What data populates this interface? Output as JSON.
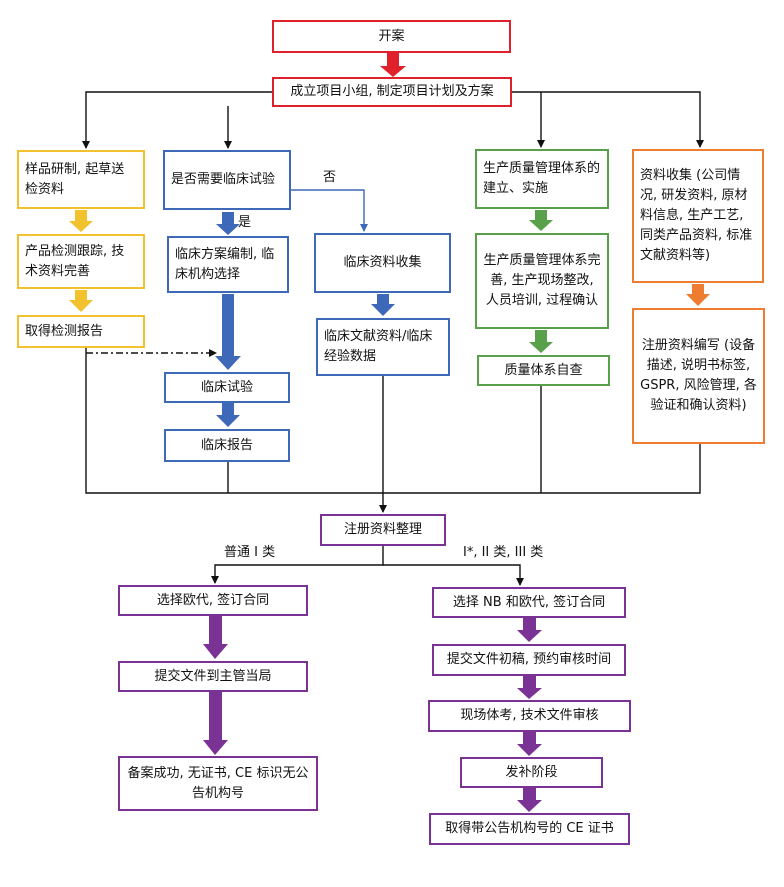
{
  "nodes": {
    "start": "开案",
    "team": "成立项目小组, 制定项目计划及方案",
    "sample": "样品研制, 起草送检资料",
    "test_track": "产品检测跟踪, 技术资料完善",
    "test_report": "取得检测报告",
    "clinical_q": "是否需要临床试验",
    "clinical_plan": "临床方案编制, 临床机构选择",
    "clinical_trial": "临床试验",
    "clinical_report": "临床报告",
    "clinical_collect": "临床资料收集",
    "clinical_lit": "临床文献资料/临床经验数据",
    "qms_build": "生产质量管理体系的建立、实施",
    "qms_improve": "生产质量管理体系完善, 生产现场整改, 人员培训, 过程确认",
    "qms_self": "质量体系自查",
    "doc_collect": "资料收集 (公司情况, 研发资料, 原材料信息, 生产工艺, 同类产品资料, 标准文献资料等)",
    "reg_write": "注册资料编写 (设备描述, 说明书标签, GSPR, 风险管理, 各验证和确认资料)",
    "reg_arrange": "注册资料整理",
    "a_select": "选择欧代, 签订合同",
    "a_submit": "提交文件到主管当局",
    "a_done": "备案成功, 无证书, CE 标识无公告机构号",
    "b_select": "选择 NB 和欧代, 签订合同",
    "b_submit": "提交文件初稿, 预约审核时间",
    "b_audit": "现场体考, 技术文件审核",
    "b_supp": "发补阶段",
    "b_cert": "取得带公告机构号的 CE 证书"
  },
  "labels": {
    "yes": "是",
    "no": "否",
    "class_1": "普通 I 类",
    "class_2": "I*, II 类, III 类"
  },
  "colors": {
    "red": "#e0202a",
    "yellow": "#f2c12e",
    "blue": "#3e68b8",
    "green": "#59a04a",
    "orange": "#ee7d32",
    "purple": "#7a3294",
    "line": "#111111"
  }
}
